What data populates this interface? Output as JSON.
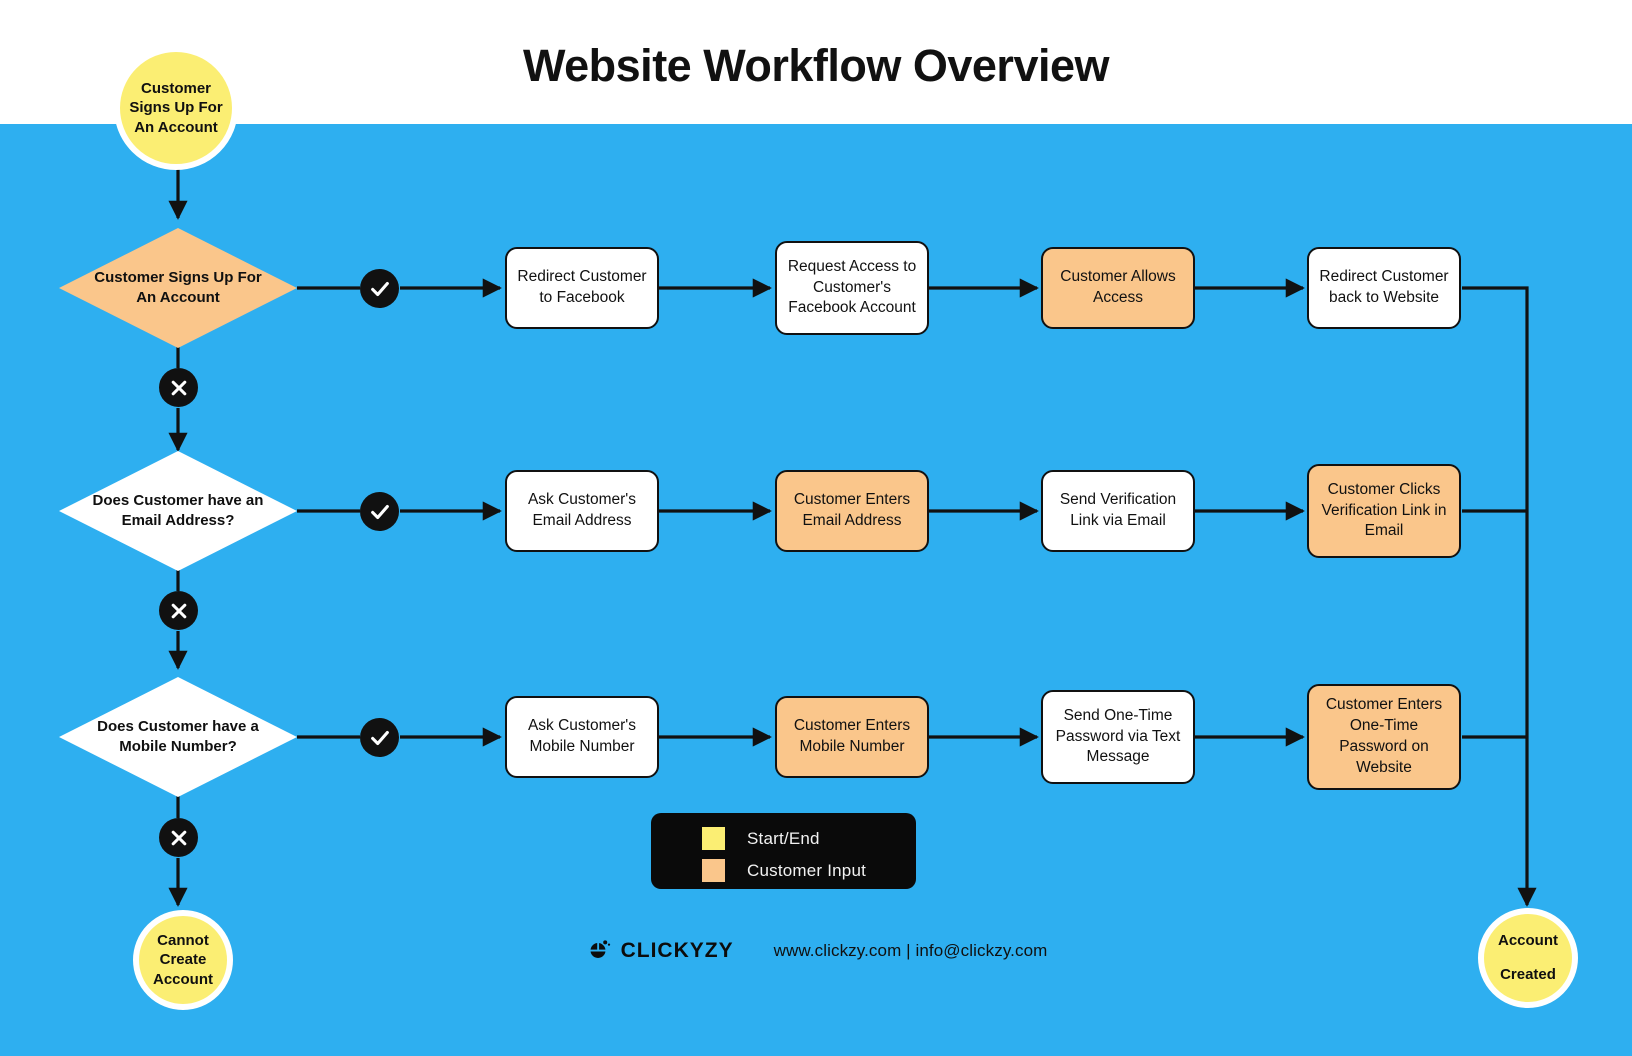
{
  "header": {
    "title": "Website Workflow Overview"
  },
  "colors": {
    "background_band": "#2EAFF0",
    "header_band": "#FFFFFF",
    "start_end": "#FBEE73",
    "customer_input": "#FAC68B",
    "process": "#FFFFFF",
    "stroke": "#111111",
    "legend_background": "#0A0A0A"
  },
  "nodes": {
    "start": {
      "label": "Customer Signs Up For An Account",
      "type": "start-end"
    },
    "decision_1": {
      "label": "Customer Signs Up For An Account",
      "type": "decision",
      "fill": "customer_input"
    },
    "decision_2": {
      "label": "Does Customer have an Email Address?",
      "type": "decision",
      "fill": "process"
    },
    "decision_3": {
      "label": "Does Customer have a Mobile Number?",
      "type": "decision",
      "fill": "process"
    },
    "end_fail": {
      "label": "Cannot Create Account",
      "type": "start-end"
    },
    "end_success": {
      "label": "Account Created",
      "type": "start-end"
    }
  },
  "rows": [
    {
      "id": "facebook-row",
      "decision": "Customer Signs Up For An Account",
      "steps": [
        {
          "label": "Redirect Customer to Facebook",
          "kind": "process"
        },
        {
          "label": "Request Access to Customer's Facebook Account",
          "kind": "process"
        },
        {
          "label": "Customer Allows Access",
          "kind": "customer-input"
        },
        {
          "label": "Redirect Customer back to Website",
          "kind": "process"
        }
      ]
    },
    {
      "id": "email-row",
      "decision": "Does Customer have an Email Address?",
      "steps": [
        {
          "label": "Ask Customer's Email Address",
          "kind": "process"
        },
        {
          "label": "Customer Enters Email Address",
          "kind": "customer-input"
        },
        {
          "label": "Send Verification Link via Email",
          "kind": "process"
        },
        {
          "label": "Customer Clicks Verification Link in Email",
          "kind": "customer-input"
        }
      ]
    },
    {
      "id": "mobile-row",
      "decision": "Does Customer have a Mobile Number?",
      "steps": [
        {
          "label": "Ask Customer's Mobile Number",
          "kind": "process"
        },
        {
          "label": "Customer Enters Mobile Number",
          "kind": "customer-input"
        },
        {
          "label": "Send One-Time Password via Text Message",
          "kind": "process"
        },
        {
          "label": "Customer Enters One-Time Password on Website",
          "kind": "customer-input"
        }
      ]
    }
  ],
  "branch_badges": {
    "yes_icon": "check-icon",
    "no_icon": "cross-icon"
  },
  "legend": {
    "items": [
      {
        "label": "Start/End",
        "color": "#FBEE73",
        "icon": "swatch-start-end"
      },
      {
        "label": "Customer Input",
        "color": "#FAC68B",
        "icon": "swatch-customer-input"
      }
    ]
  },
  "footer": {
    "brand": "CLICKYZY",
    "brand_icon": "mouse-cursor-logo-icon",
    "contact": "www.clickzy.com | info@clickzy.com"
  }
}
